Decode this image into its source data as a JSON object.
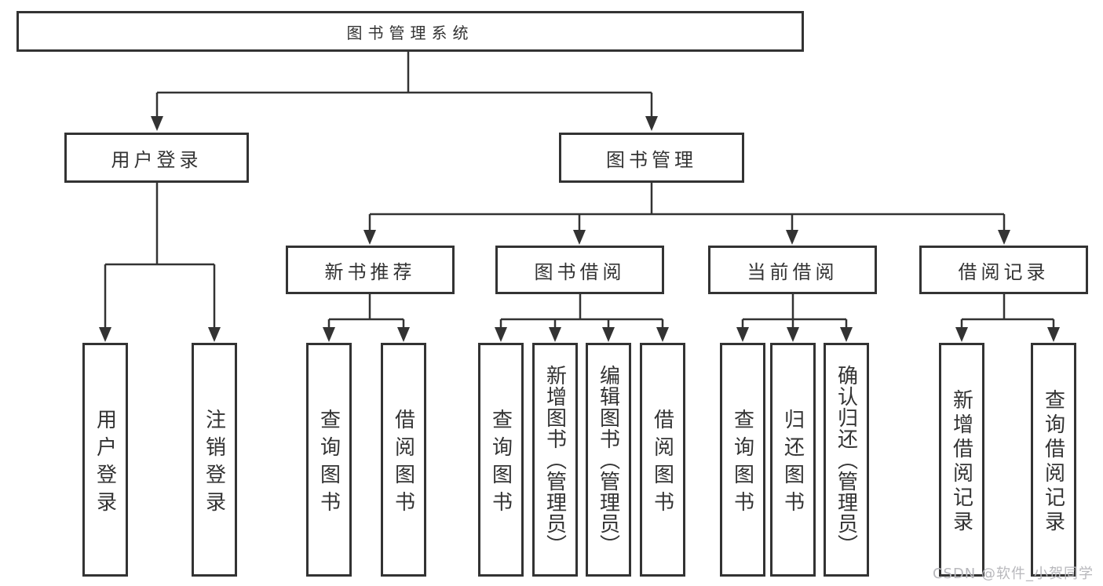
{
  "tree": {
    "root": "图书管理系统",
    "children": [
      {
        "label": "用户登录",
        "children": [
          "用户登录",
          "注销登录"
        ]
      },
      {
        "label": "图书管理",
        "children": [
          {
            "label": "新书推荐",
            "children": [
              "查询图书",
              "借阅图书"
            ]
          },
          {
            "label": "图书借阅",
            "children": [
              "查询图书",
              "新增图书（管理员）",
              "编辑图书（管理员）",
              "借阅图书"
            ]
          },
          {
            "label": "当前借阅",
            "children": [
              "查询图书",
              "归还图书",
              "确认归还（管理员）"
            ]
          },
          {
            "label": "借阅记录",
            "children": [
              "新增借阅记录",
              "查询借阅记录"
            ]
          }
        ]
      }
    ]
  },
  "watermark": {
    "text": "CSDN @软件_小贺同学"
  },
  "colors": {
    "line": "#333333",
    "text": "#333333",
    "background": "#ffffff",
    "watermark": "#b8b8bc"
  }
}
